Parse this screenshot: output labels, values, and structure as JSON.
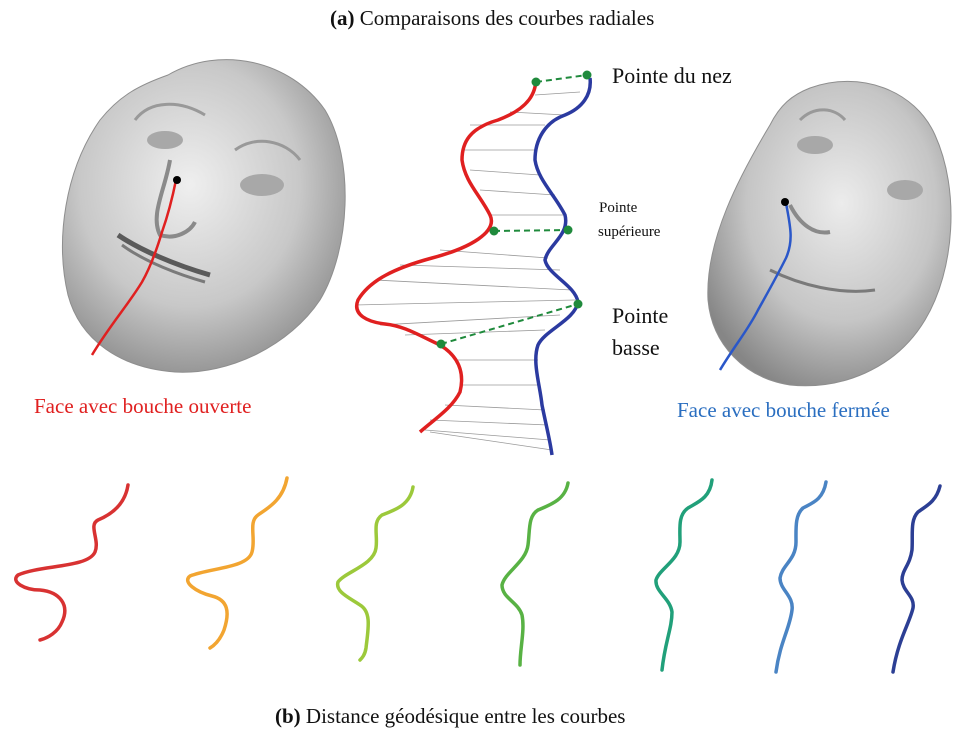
{
  "figure": {
    "panel_a": {
      "letter": "(a)",
      "title": "Comparaisons des courbes radiales"
    },
    "panel_b": {
      "letter": "(b)",
      "title": "Distance géodésique entre les courbes"
    }
  },
  "labels": {
    "nose_tip": "Pointe du nez",
    "upper_tip_line1": "Pointe",
    "upper_tip_line2": "supérieure",
    "lower_tip_line1": "Pointe",
    "lower_tip_line2": "basse",
    "face_open": "Face avec bouche ouverte",
    "face_closed": "Face avec bouche fermée"
  },
  "colors": {
    "open_curve": "#e02020",
    "closed_curve": "#2b3aa0",
    "match_points": "#1f8a3c",
    "face_fill": "#c9c9c9",
    "label_open": "#e02020",
    "label_closed": "#2a6ec0"
  },
  "geodesic_path_colors": [
    "#d83232",
    "#f2a531",
    "#9cc93b",
    "#58b244",
    "#21a07a",
    "#4a84c4",
    "#2c3f94"
  ]
}
